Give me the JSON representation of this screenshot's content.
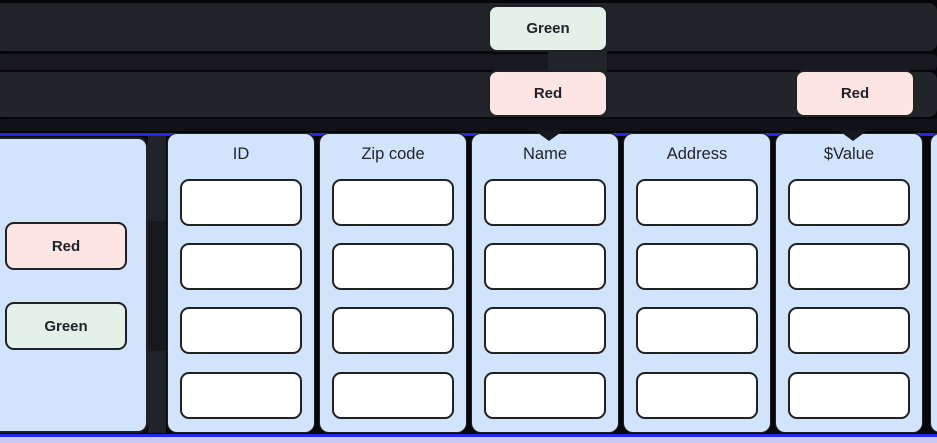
{
  "diagram": {
    "top_nodes": {
      "green": {
        "label": "Green"
      },
      "red_center": {
        "label": "Red"
      },
      "red_right": {
        "label": "Red"
      }
    },
    "side_nodes": {
      "red": {
        "label": "Red"
      },
      "green": {
        "label": "Green"
      }
    },
    "table": {
      "columns": [
        {
          "label": "ID"
        },
        {
          "label": "Zip code"
        },
        {
          "label": "Name"
        },
        {
          "label": "Address"
        },
        {
          "label": "$Value"
        }
      ],
      "empty_cells_per_column": 4
    },
    "colors": {
      "background": "#060709",
      "band_dark": "#212429",
      "node_green": "#e3f1e8",
      "node_red": "#fce5e2",
      "panel_blue": "#d2e3fc",
      "selection_blue": "#2526ee",
      "strip_purple": "#c9c9f3"
    }
  }
}
